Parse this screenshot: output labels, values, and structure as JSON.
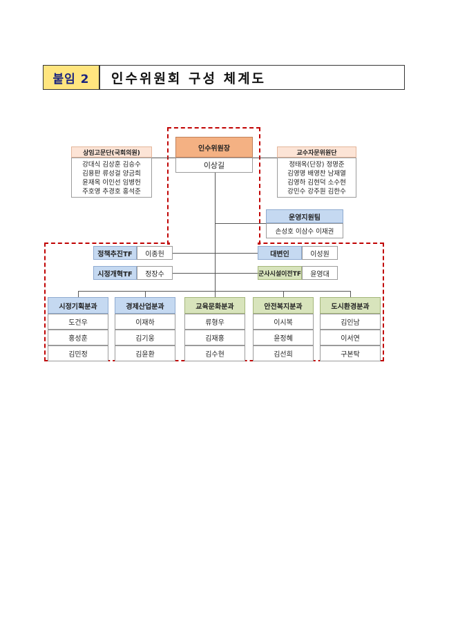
{
  "header": {
    "label": "붙임 2",
    "title": "인수위원회 구성 체계도"
  },
  "chair": {
    "title": "인수위원장",
    "name": "이상길"
  },
  "advisors_left": {
    "title": "상임고문단(국회의원)",
    "names": [
      "강대식 김상훈 김승수",
      "김용판 류성걸 양금희",
      "윤재옥 이인선 임병헌",
      "주호영 추경호 홍석준"
    ]
  },
  "advisors_right": {
    "title": "교수자문위원단",
    "names": [
      "정태옥(단장) 정명준",
      "김영명 배영찬 남재열",
      "김영하 김현덕 소수현",
      "강민수 강주원 김한수"
    ]
  },
  "support": {
    "title": "운영지원팀",
    "names": "손성호 이삼수 이재권"
  },
  "tf_left": [
    {
      "title": "정책추진TF",
      "name": "이종헌"
    },
    {
      "title": "시정개혁TF",
      "name": "정장수"
    }
  ],
  "tf_right": [
    {
      "title": "대변인",
      "name": "이성원"
    },
    {
      "title": "군사시설이전TF",
      "name": "윤영대"
    }
  ],
  "departments": [
    {
      "title": "시정기획분과",
      "members": [
        "도건우",
        "홍성훈",
        "김민정"
      ]
    },
    {
      "title": "경제산업분과",
      "members": [
        "이재하",
        "김기웅",
        "김윤환"
      ]
    },
    {
      "title": "교육문화분과",
      "members": [
        "류형우",
        "김재홍",
        "김수현"
      ]
    },
    {
      "title": "안전복지분과",
      "members": [
        "이시복",
        "윤정혜",
        "김선희"
      ]
    },
    {
      "title": "도시환경분과",
      "members": [
        "김인남",
        "이서연",
        "구본탁"
      ]
    }
  ],
  "colors": {
    "header_bg": "#ffe57f",
    "chair_bg": "#f4b183",
    "blue_head": "#c5d9f1",
    "green_head": "#d8e4bc",
    "pink_head": "#fce4d6",
    "dash": "#c00000"
  }
}
